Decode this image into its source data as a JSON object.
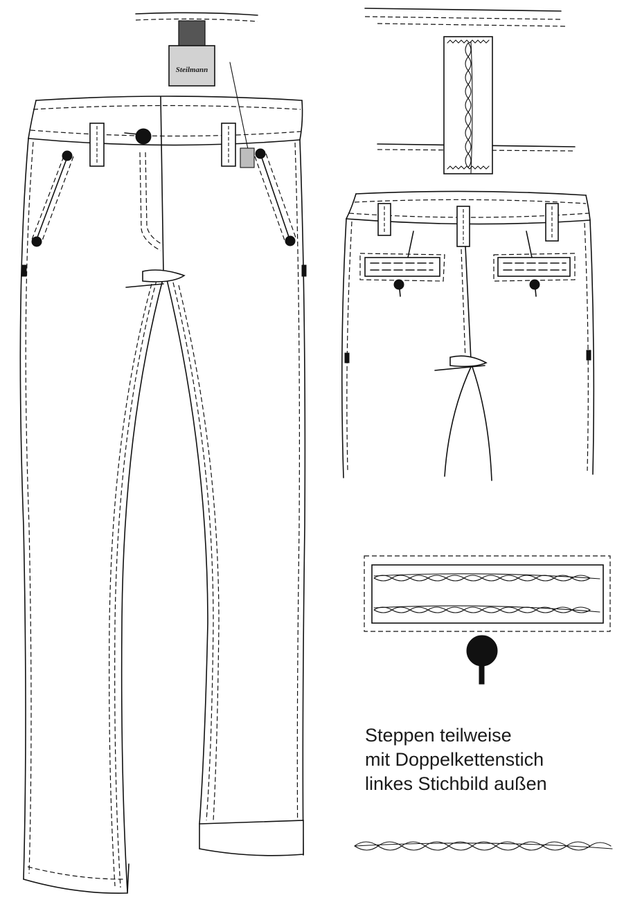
{
  "label": {
    "brand": "Steilmann"
  },
  "note": {
    "line1": "Steppen teilweise",
    "line2": "mit Doppelkettenstich",
    "line3": "linkes Stichbild außen"
  }
}
